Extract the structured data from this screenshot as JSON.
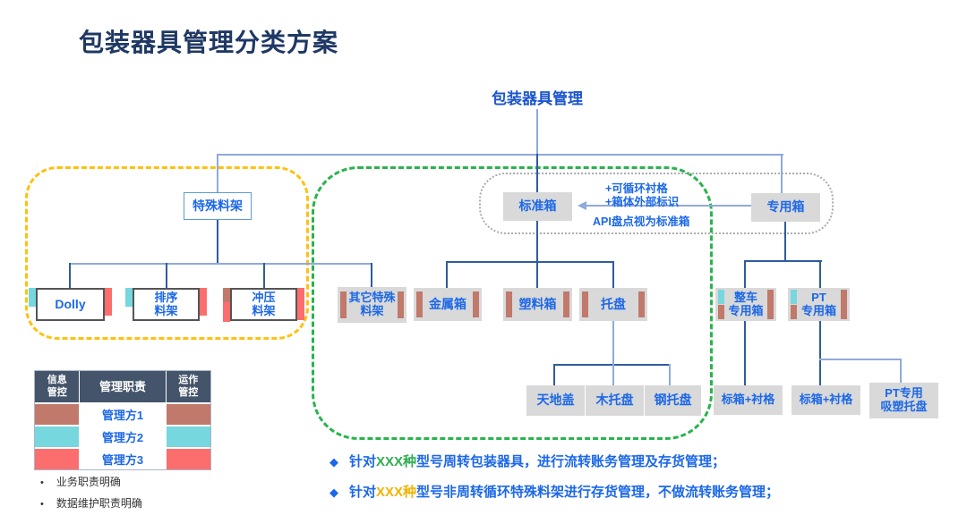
{
  "slide": {
    "title": "包装器具管理分类方案"
  },
  "tree": {
    "root": {
      "label": "包装器具管理"
    },
    "special_rack": {
      "label": "特殊料架"
    },
    "standard_box": {
      "label": "标准箱"
    },
    "dedicated_box": {
      "label": "专用箱"
    },
    "dolly": {
      "label": "Dolly"
    },
    "sorting_rack": {
      "label": "排序\n料架"
    },
    "stamping_rack": {
      "label": "冲压\n料架"
    },
    "other_special_rack": {
      "label": "其它特殊\n料架"
    },
    "metal_box": {
      "label": "金属箱"
    },
    "plastic_box": {
      "label": "塑料箱"
    },
    "pallet": {
      "label": "托盘"
    },
    "top_bottom_cover": {
      "label": "天地盖"
    },
    "wood_pallet": {
      "label": "木托盘"
    },
    "steel_pallet": {
      "label": "钢托盘"
    },
    "vehicle_dedicated_box": {
      "label": "整车\n专用箱"
    },
    "pt_dedicated_box": {
      "label": "PT\n专用箱"
    },
    "std_box_liner_1": {
      "label": "标箱+衬格"
    },
    "std_box_liner_2": {
      "label": "标箱+衬格"
    },
    "pt_suction_tray": {
      "label": "PT专用\n吸塑托盘"
    }
  },
  "annotation": {
    "line1": "+可循环衬格",
    "line2": "+箱体外部标识",
    "line3": "API盘点视为标准箱"
  },
  "legend": {
    "header": {
      "left": "信息\n管控",
      "center": "管理职责",
      "right": "运作\n管控"
    },
    "rows": [
      {
        "label": "管理方1",
        "color": "#C0796B"
      },
      {
        "label": "管理方2",
        "color": "#76D7DE"
      },
      {
        "label": "管理方3",
        "color": "#FC6D6D"
      }
    ],
    "notes": [
      "业务职责明确",
      "数据维护职责明确"
    ],
    "note_glyph": "•"
  },
  "bullets": {
    "glyph": "◆",
    "items": [
      {
        "pre": "针对",
        "highlight": "XXX种",
        "rest": "型号周转包装器具，进行流转账务管理及存货管理；",
        "highlight_color": "#2FAE4F"
      },
      {
        "pre": "针对",
        "highlight": "XXX种",
        "rest": "型号非周转循环特殊料架进行存货管理，不做流转账务管理；",
        "highlight_color": "#F0B400"
      }
    ]
  },
  "colors": {
    "title_navy": "#1F3864",
    "node_text_blue": "#1C68E8",
    "connector_steel": "#8FAADC",
    "connector_navy": "#2E5C9E",
    "region_yellow": "#FFC010",
    "region_green": "#29B34E",
    "node_gray": "#D9D9D9",
    "legend_header": "#44546A",
    "party1": "#C0796B",
    "party2": "#76D7DE",
    "party3": "#FC6D6D"
  }
}
